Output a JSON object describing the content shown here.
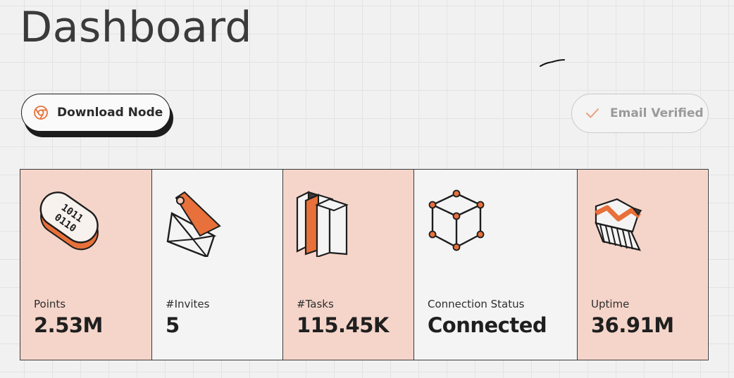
{
  "header": {
    "title": "Dashboard"
  },
  "actions": {
    "download_label": "Download Node",
    "email_label": "Email Verified"
  },
  "stats": [
    {
      "label": "Points",
      "value": "2.53M"
    },
    {
      "label": "#Invites",
      "value": "5"
    },
    {
      "label": "#Tasks",
      "value": "115.45K"
    },
    {
      "label": "Connection Status",
      "value": "Connected"
    },
    {
      "label": "Uptime",
      "value": "36.91M"
    }
  ],
  "icons": [
    "chrome-icon",
    "check-icon",
    "binary-pill-icon",
    "envelope-icon",
    "books-icon",
    "cube-icon",
    "chart-icon"
  ],
  "colors": {
    "accent": "#e8703a",
    "card_pink": "#f5d5ca",
    "text_dark": "#1f1f1f"
  }
}
